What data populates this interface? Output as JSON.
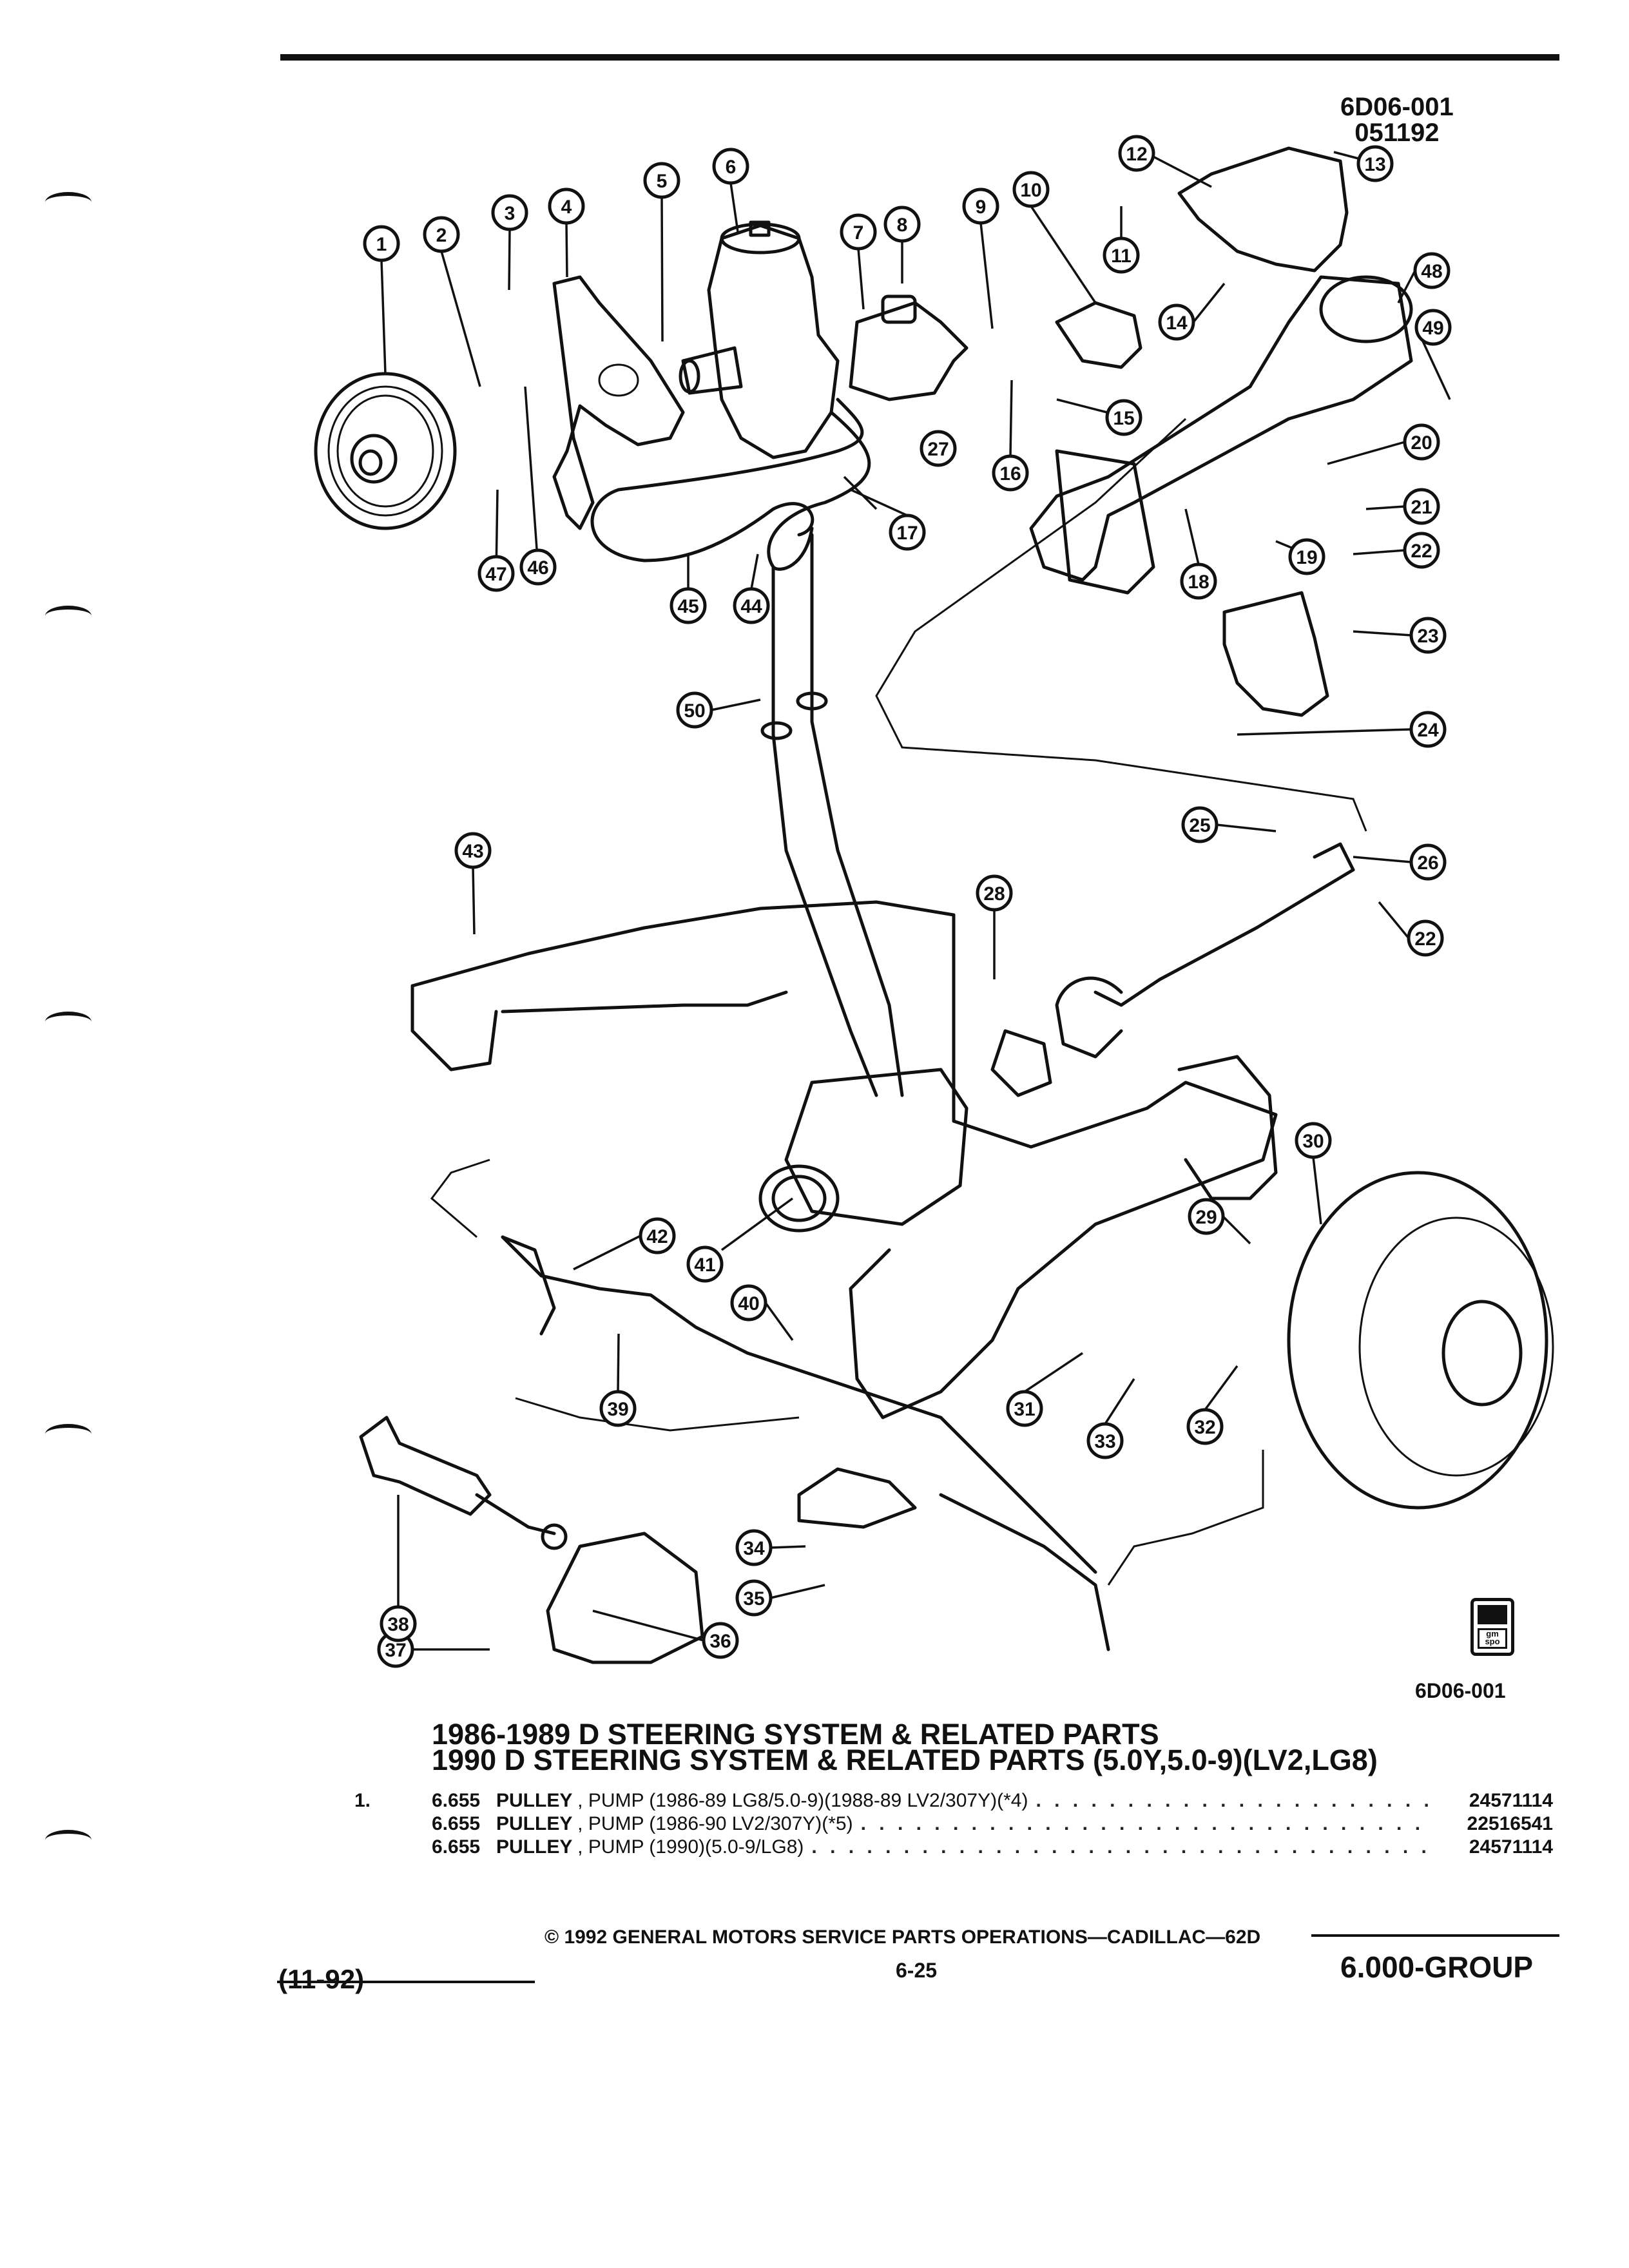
{
  "header": {
    "figure_code": "6D06-001",
    "figure_date": "051192"
  },
  "diagram": {
    "callouts": [
      "1",
      "2",
      "3",
      "4",
      "5",
      "6",
      "7",
      "8",
      "9",
      "10",
      "11",
      "12",
      "13",
      "14",
      "15",
      "16",
      "17",
      "18",
      "19",
      "20",
      "21",
      "22",
      "22",
      "23",
      "24",
      "25",
      "26",
      "27",
      "28",
      "29",
      "30",
      "31",
      "32",
      "33",
      "34",
      "35",
      "36",
      "37",
      "38",
      "39",
      "40",
      "41",
      "42",
      "43",
      "44",
      "45",
      "46",
      "47",
      "48",
      "49",
      "50"
    ],
    "figure_code_bottom": "6D06-001",
    "logo_text": "gm spo"
  },
  "title": {
    "line1": "1986-1989 D STEERING SYSTEM & RELATED PARTS",
    "line2": "1990 D STEERING SYSTEM & RELATED PARTS (5.0Y,5.0-9)(LV2,LG8)"
  },
  "parts": [
    {
      "item": "1.",
      "group": "6.655",
      "name": "PULLEY",
      "desc": ", PUMP (1986-89 LG8/5.0-9)(1988-89 LV2/307Y)(*4)",
      "part_number": "24571114"
    },
    {
      "item": "",
      "group": "6.655",
      "name": "PULLEY",
      "desc": ", PUMP (1986-90 LV2/307Y)(*5)",
      "part_number": "22516541"
    },
    {
      "item": "",
      "group": "6.655",
      "name": "PULLEY",
      "desc": ", PUMP (1990)(5.0-9/LG8)",
      "part_number": "24571114"
    }
  ],
  "footer": {
    "copyright": "© 1992 GENERAL MOTORS SERVICE PARTS OPERATIONS—CADILLAC—62D",
    "date": "(11-92)",
    "page": "6-25",
    "group": "6.000-GROUP"
  }
}
